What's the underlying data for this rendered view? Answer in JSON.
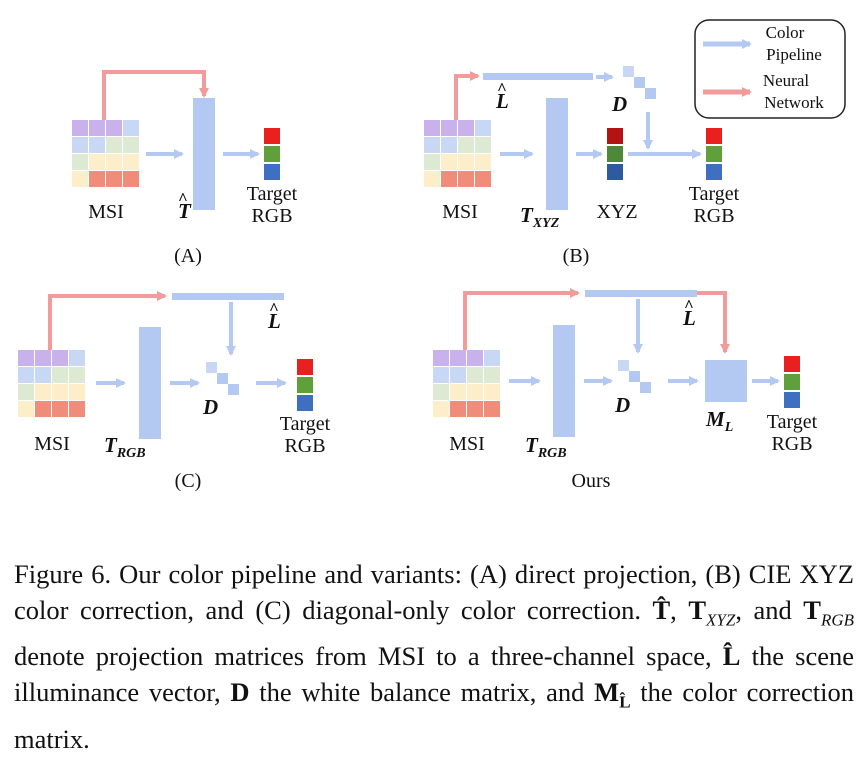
{
  "legend": {
    "color_pipeline": [
      "Color",
      "Pipeline"
    ],
    "neural_network": [
      "Neural",
      "Network"
    ]
  },
  "colors": {
    "blue": "#b3c9f2",
    "pink": "#f19b9b",
    "red": "#e8201f",
    "green": "#5fa03a",
    "dark_green": "#4e8a36",
    "blue_band": "#3e6fc1",
    "dark_red": "#b31313",
    "dark_blue": "#2e5aa0"
  },
  "labels": {
    "msi": "MSI",
    "target": "Target",
    "rgb": "RGB",
    "xyz": "XYZ"
  },
  "panels": {
    "a": {
      "caption": "(A)"
    },
    "b": {
      "caption": "(B)"
    },
    "c": {
      "caption": "(C)"
    },
    "ours": {
      "caption": "Ours"
    }
  },
  "caption": {
    "p1": "Figure 6.  Our color pipeline and variants: (A) direct projection, (B) CIE XYZ color correction, and (C) diagonal-only color correction.  ",
    "p2": ", ",
    "p3": ", and ",
    "p4": " denote projection matrices from MSI to a three-channel space, ",
    "p5": " the scene illuminance vector, ",
    "p6": " the white balance matrix, and ",
    "p7": " the color correction matrix."
  }
}
